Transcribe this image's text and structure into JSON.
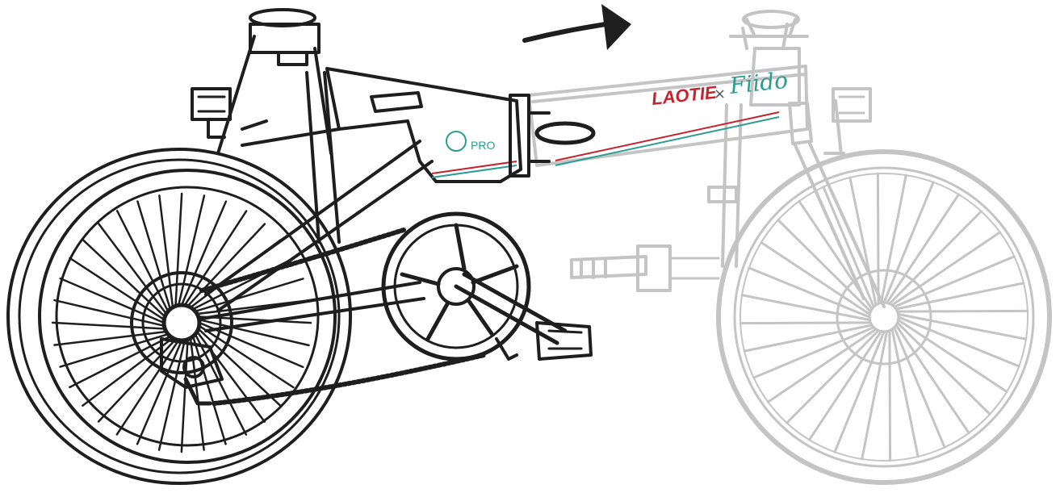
{
  "figure": {
    "caption": "",
    "colors": {
      "ink": "#1e1e1e",
      "ghost": "#c4c4c4",
      "stripe_red": "#c8232c",
      "stripe_teal": "#2a9d8f",
      "background": "#ffffff"
    }
  },
  "labels": {
    "brand": "LAOTIE",
    "separator": "×",
    "partner": "Fiido",
    "model_badge": "PRO"
  },
  "icons": {
    "fold_arrow": "arrow-right-icon",
    "model_logo": "circle-d-logo-icon"
  }
}
